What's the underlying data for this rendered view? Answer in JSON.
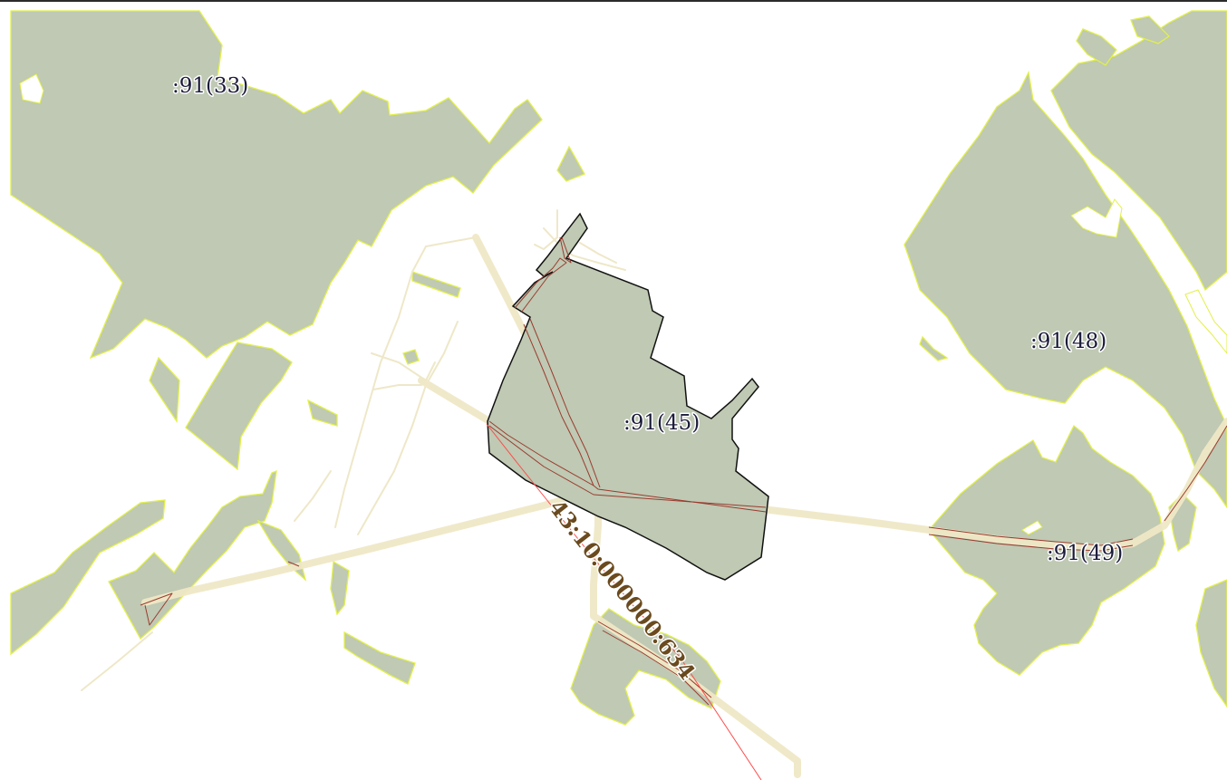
{
  "map": {
    "colors": {
      "background": "#ffffff",
      "land": "#bfc9b3",
      "land_outline": "#e2f04a",
      "selected_outline": "#111111",
      "road_casing": "#efe8c6",
      "road_thin": "#eee8c8",
      "easement_line": "#9a3b2f",
      "cadastral_line": "#ff4a4a",
      "parcel_label": "#1b1b3a",
      "road_label": "#6a4a1e"
    },
    "labels": {
      "parcel_33": ":91(33)",
      "parcel_45": ":91(45)",
      "parcel_48": ":91(48)",
      "parcel_49": ":91(49)",
      "road_cadastral": "43:10:000000:634"
    }
  }
}
